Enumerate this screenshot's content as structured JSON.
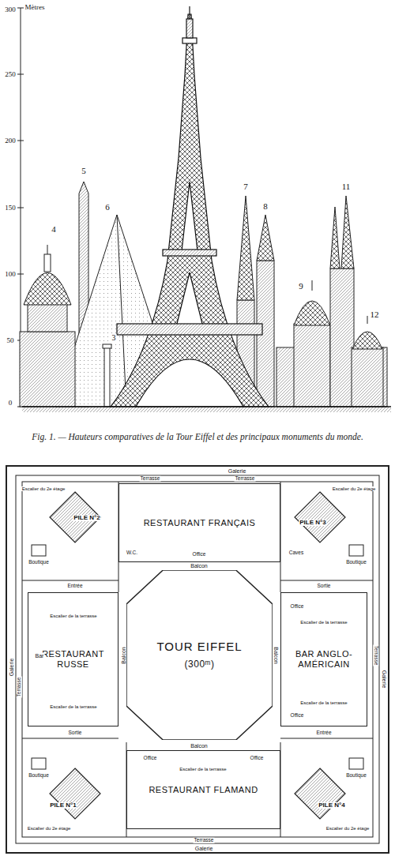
{
  "diagram": {
    "caption": "Fig. 1. — Hauteurs comparatives de la Tour Eiffel et des principaux monuments du monde.",
    "nodes": [
      {
        "text": [
          "RESTAURANT FRANÇAIS"
        ]
      },
      {
        "text": [
          "RESTAURANT RUSSE"
        ]
      },
      {
        "text": [
          "TOUR EIFFEL",
          "(300ᵐ)"
        ]
      },
      {
        "text": [
          "BAR ANGLO-AMÉRICAIN"
        ]
      },
      {
        "text": [
          "RESTAURANT FLAMAND"
        ]
      }
    ],
    "labels": [
      "Mètres",
      "300",
      "250",
      "200",
      "150",
      "100",
      "50",
      "0",
      "3",
      "4",
      "5",
      "6",
      "7",
      "8",
      "9",
      "11",
      "12",
      "Galerie",
      "Terrasse",
      "Terrasse",
      "Galerie",
      "Terrasse",
      "Galerie",
      "Terrasse",
      "Terrasse",
      "Galerie",
      "Balcon",
      "Balcon",
      "Balcon",
      "Balcon",
      "PILE N°2",
      "PILE N°3",
      "PILE N°1",
      "PILE N°4",
      "Escalier du 2e étage",
      "Escalier du 2e étage",
      "Escalier du 2e étage",
      "Escalier du 2e étage",
      "Boutique",
      "Boutique",
      "Boutique",
      "Boutique",
      "Office",
      "Caves",
      "Office",
      "Escalier de la terrasse",
      "Office",
      "Escalier de la terrasse",
      "Bar",
      "Escalier de la terrasse",
      "Escalier de la terrasse",
      "Office",
      "Office",
      "Escalier de la terrasse",
      "Entrée",
      "Sortie",
      "Entrée",
      "Sortie",
      "W.C."
    ]
  }
}
